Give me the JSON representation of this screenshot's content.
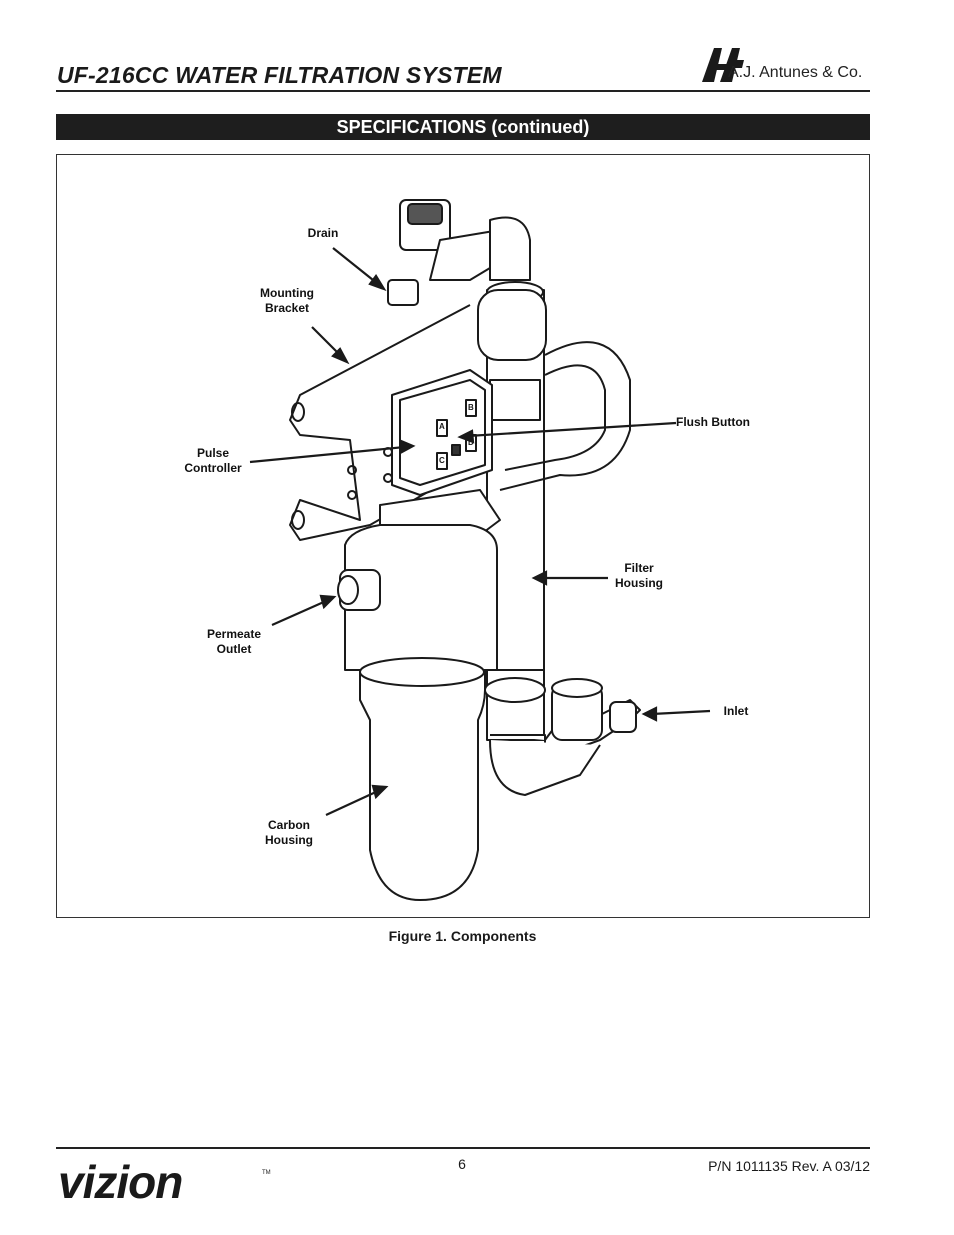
{
  "header": {
    "title": "UF-216CC WATER FILTRATION SYSTEM",
    "brand_name": "A.J. Antunes & Co."
  },
  "section": {
    "title": "SPECIFICATIONS (continued)"
  },
  "figure": {
    "callouts": {
      "drain": "Drain",
      "mounting_bracket": "Mounting\nBracket",
      "pulse_controller": "Pulse\nController",
      "flush_button": "Flush Button",
      "filter_housing": "Filter\nHousing",
      "permeate_outlet": "Permeate\nOutlet",
      "inlet": "Inlet",
      "carbon_housing": "Carbon\nHousing"
    },
    "controller_keys": [
      "A",
      "B",
      "C",
      "D"
    ],
    "caption": "Figure 1. Components"
  },
  "footer": {
    "logo_text": "vizion",
    "page_number": "6",
    "part_number": "P/N 1011135 Rev. A 03/12"
  }
}
